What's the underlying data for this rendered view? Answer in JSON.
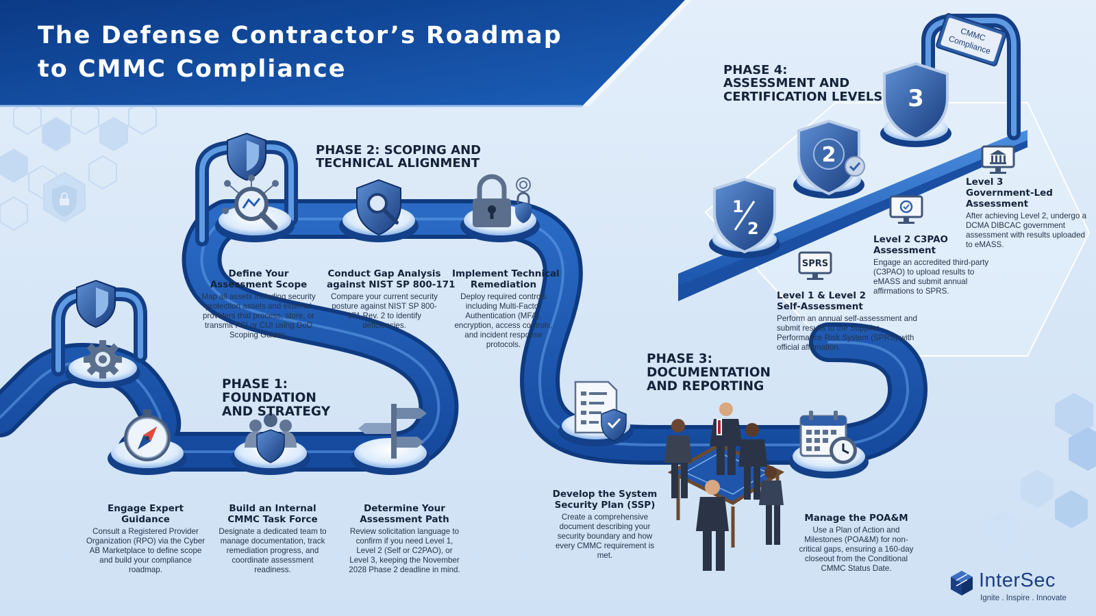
{
  "title": {
    "line1": "The Defense Contractor’s Roadmap",
    "line2": "to CMMC Compliance"
  },
  "colors": {
    "banner_dark": "#0d3f8f",
    "banner_mid": "#1e5fb8",
    "road": "#1a56b0",
    "road_highlight": "#4c8fe0",
    "background": "#dce9f7",
    "text_dark": "#14233a"
  },
  "phases": [
    {
      "id": "phase1",
      "lines": [
        "PHASE 1:",
        "FOUNDATION",
        "AND STRATEGY"
      ],
      "steps": [
        {
          "title": [
            "Engage Expert",
            "Guidance"
          ],
          "description": "Consult a Registered Provider Organization (RPO) via the Cyber AB Marketplace to define scope and build your compliance roadmap.",
          "icon": "compass-icon"
        },
        {
          "title": [
            "Build an Internal",
            "CMMC Task Force"
          ],
          "description": "Designate a dedicated team to manage documentation, track remediation progress, and coordinate assessment readiness.",
          "icon": "team-shield-icon"
        },
        {
          "title": [
            "Determine Your",
            "Assessment Path"
          ],
          "description": "Review solicitation language to confirm if you need Level 1, Level 2 (Self or C2PAO), or Level 3, keeping the November 2028 Phase 2 deadline in mind.",
          "icon": "signpost-icon"
        }
      ]
    },
    {
      "id": "phase2",
      "lines": [
        "PHASE 2: SCOPING AND",
        "TECHNICAL ALIGNMENT"
      ],
      "steps": [
        {
          "title": [
            "Define Your",
            "Assessment Scope"
          ],
          "description": "Map all assets including security protection assets and external providers that process, store, or transmit FCI or CUI using DoD Scoping Guides.",
          "icon": "magnifier-network-icon"
        },
        {
          "title": [
            "Conduct Gap Analysis",
            "against NIST SP 800-171"
          ],
          "description": "Compare your current security posture against NIST SP 800-171 Rev. 2 to identify deficiencies.",
          "icon": "shield-search-icon"
        },
        {
          "title": [
            "Implement Technical",
            "Remediation"
          ],
          "description": "Deploy required controls including Multi-Factor Authentication (MFA), encryption, access controls, and incident response protocols.",
          "icon": "padlock-fingerprint-icon"
        }
      ]
    },
    {
      "id": "phase3",
      "lines": [
        "PHASE 3:",
        "DOCUMENTATION",
        "AND REPORTING"
      ],
      "steps": [
        {
          "title": [
            "Develop the System",
            "Security Plan (SSP)"
          ],
          "description": "Create a comprehensive document describing your security boundary and how every CMMC requirement is met.",
          "icon": "checklist-document-icon"
        },
        {
          "title": [
            "Manage the POA&M"
          ],
          "description": "Use a Plan of Action and Milestones (POA&M) for non-critical gaps, ensuring a 160-day closeout from the Conditional CMMC Status Date.",
          "icon": "calendar-clock-icon"
        }
      ]
    },
    {
      "id": "phase4",
      "lines": [
        "PHASE 4:",
        "ASSESSMENT AND",
        "CERTIFICATION LEVELS"
      ],
      "steps": [
        {
          "title": [
            "Level 1 & Level 2",
            "Self-Assessment"
          ],
          "description": "Perform an annual self-assessment and submit results to the Supplier Performance Risk System (SPRS) with official affirmation.",
          "icon": "sprs-monitor-icon",
          "badge": "SPRS",
          "shield": "1/2"
        },
        {
          "title": [
            "Level 2 C3PAO",
            "Assessment"
          ],
          "description": "Engage an accredited third-party (C3PAO) to upload results to eMASS and submit annual affirmations to SPRS.",
          "icon": "certificate-monitor-icon",
          "shield": "2"
        },
        {
          "title": [
            "Level 3",
            "Government-Led",
            "Assessment"
          ],
          "description": "After achieving Level 2, undergo a DCMA DIBCAC government assessment with results uploaded to eMASS.",
          "icon": "government-building-icon",
          "shield": "3"
        }
      ]
    }
  ],
  "sign": {
    "line1": "CMMC",
    "line2": "Compliance"
  },
  "logo": {
    "name": "InterSec",
    "tagline": "Ignite . Inspire . Innovate"
  }
}
